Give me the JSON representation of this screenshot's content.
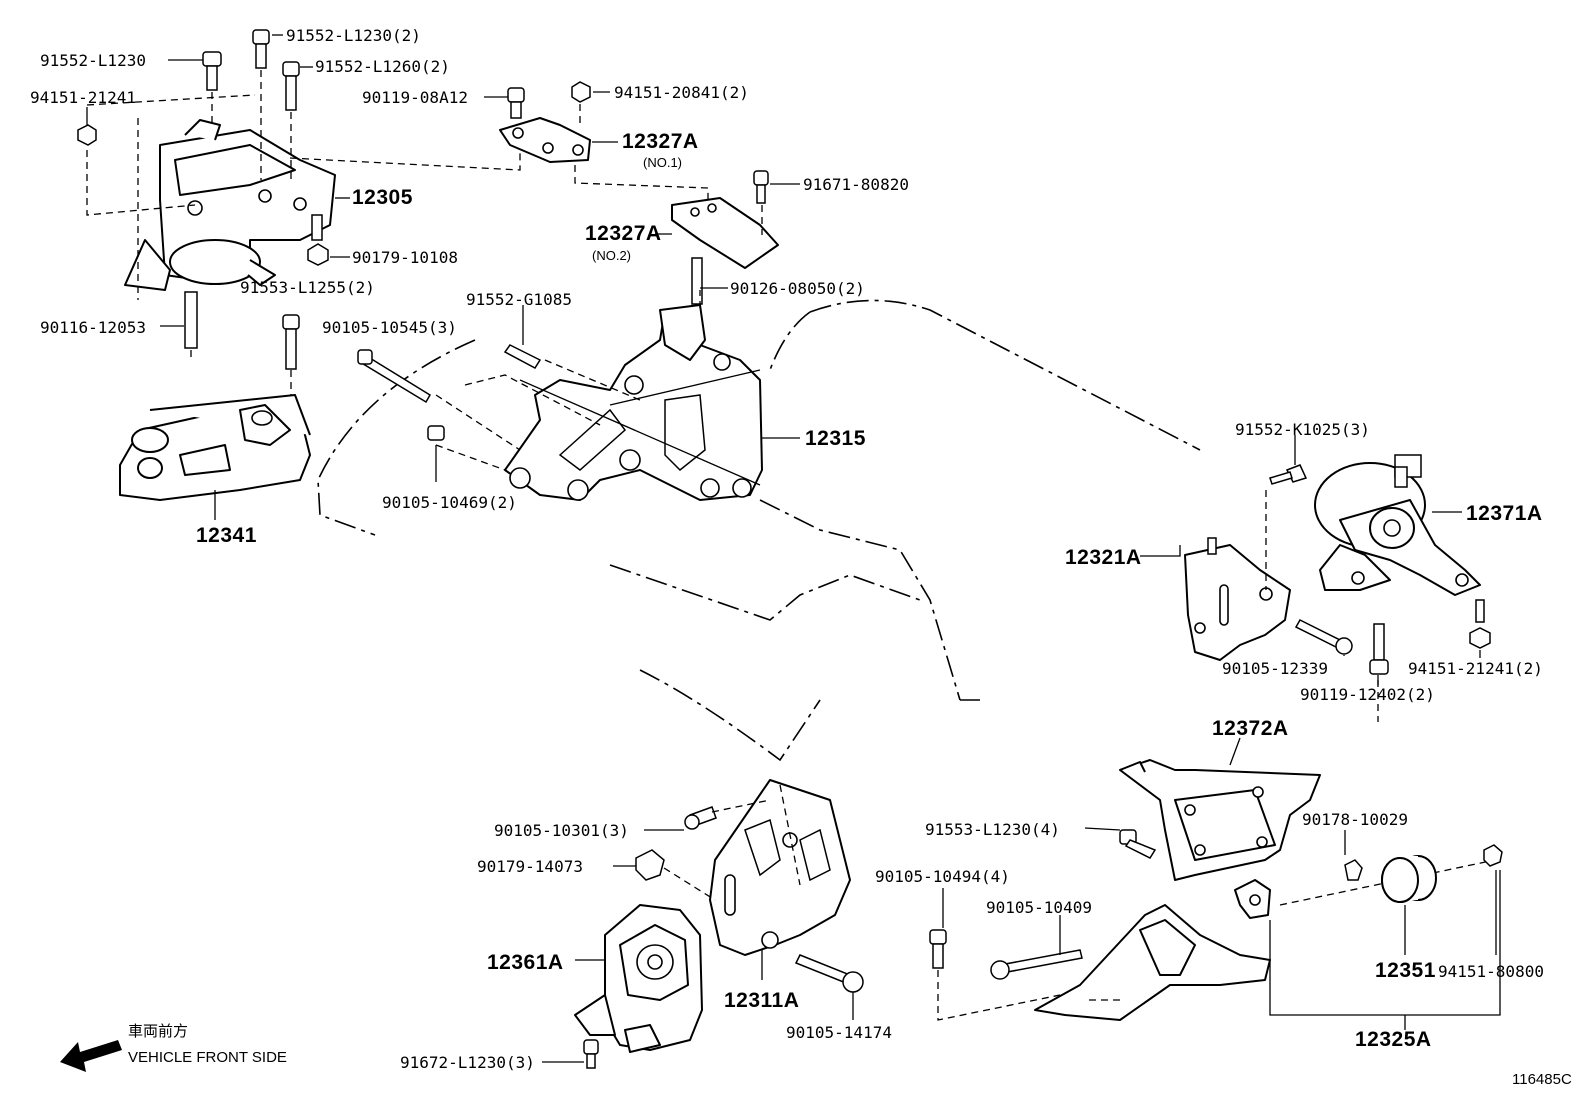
{
  "diagram": {
    "id_code": "116485C",
    "front_note": {
      "jp": "車両前方",
      "en": "VEHICLE FRONT SIDE"
    }
  },
  "parts": [
    {
      "key": "p01",
      "text": "91552-L1230"
    },
    {
      "key": "p02",
      "text": "91552-L1230(2)"
    },
    {
      "key": "p03",
      "text": "91552-L1260(2)"
    },
    {
      "key": "p04",
      "text": "94151-21241"
    },
    {
      "key": "p05",
      "text": "90119-08A12"
    },
    {
      "key": "p06",
      "text": "94151-20841(2)"
    },
    {
      "key": "p07",
      "text": "12327A"
    },
    {
      "key": "p07n",
      "text": "(NO.1)"
    },
    {
      "key": "p08",
      "text": "12305"
    },
    {
      "key": "p09",
      "text": "91671-80820"
    },
    {
      "key": "p10",
      "text": "90179-10108"
    },
    {
      "key": "p11",
      "text": "12327A"
    },
    {
      "key": "p11n",
      "text": "(NO.2)"
    },
    {
      "key": "p12",
      "text": "91553-L1255(2)"
    },
    {
      "key": "p13",
      "text": "90126-08050(2)"
    },
    {
      "key": "p14",
      "text": "90116-12053"
    },
    {
      "key": "p15",
      "text": "91552-G1085"
    },
    {
      "key": "p16",
      "text": "90105-10545(3)"
    },
    {
      "key": "p17",
      "text": "12315"
    },
    {
      "key": "p18",
      "text": "90105-10469(2)"
    },
    {
      "key": "p19",
      "text": "12341"
    },
    {
      "key": "p20",
      "text": "91552-K1025(3)"
    },
    {
      "key": "p21",
      "text": "12371A"
    },
    {
      "key": "p22",
      "text": "12321A"
    },
    {
      "key": "p23",
      "text": "90105-12339"
    },
    {
      "key": "p24",
      "text": "94151-21241(2)"
    },
    {
      "key": "p25",
      "text": "90119-12402(2)"
    },
    {
      "key": "p26",
      "text": "12372A"
    },
    {
      "key": "p27",
      "text": "90105-10301(3)"
    },
    {
      "key": "p28",
      "text": "91553-L1230(4)"
    },
    {
      "key": "p29",
      "text": "90178-10029"
    },
    {
      "key": "p30",
      "text": "90179-14073"
    },
    {
      "key": "p31",
      "text": "90105-10494(4)"
    },
    {
      "key": "p32",
      "text": "90105-10409"
    },
    {
      "key": "p33",
      "text": "12361A"
    },
    {
      "key": "p34",
      "text": "12311A"
    },
    {
      "key": "p35",
      "text": "12351"
    },
    {
      "key": "p36",
      "text": "94151-80800"
    },
    {
      "key": "p37",
      "text": "90105-14174"
    },
    {
      "key": "p38",
      "text": "12325A"
    },
    {
      "key": "p39",
      "text": "91672-L1230(3)"
    }
  ]
}
